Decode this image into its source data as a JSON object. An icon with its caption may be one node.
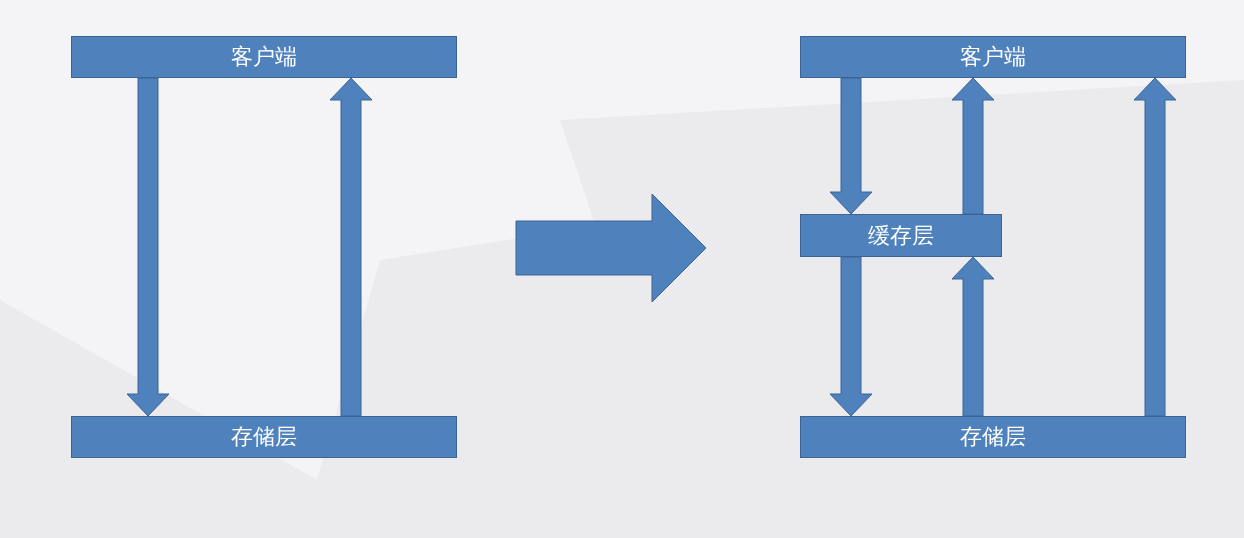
{
  "diagram": {
    "nodes": [
      {
        "text": [
          "客户端"
        ]
      },
      {
        "text": [
          "存储层"
        ]
      },
      {
        "text": [
          "客户端"
        ]
      },
      {
        "text": [
          "缓存层"
        ]
      },
      {
        "text": [
          "存储层"
        ]
      }
    ],
    "edges": [
      {
        "from": 0,
        "to": 1,
        "arrow": "to"
      },
      {
        "from": 1,
        "to": 0,
        "arrow": "to"
      },
      {
        "from": 2,
        "to": 3,
        "arrow": "to"
      },
      {
        "from": 3,
        "to": 2,
        "arrow": "to"
      },
      {
        "from": 3,
        "to": 4,
        "arrow": "to"
      },
      {
        "from": 4,
        "to": 3,
        "arrow": "to"
      },
      {
        "from": 4,
        "to": 2,
        "arrow": "to"
      }
    ]
  }
}
